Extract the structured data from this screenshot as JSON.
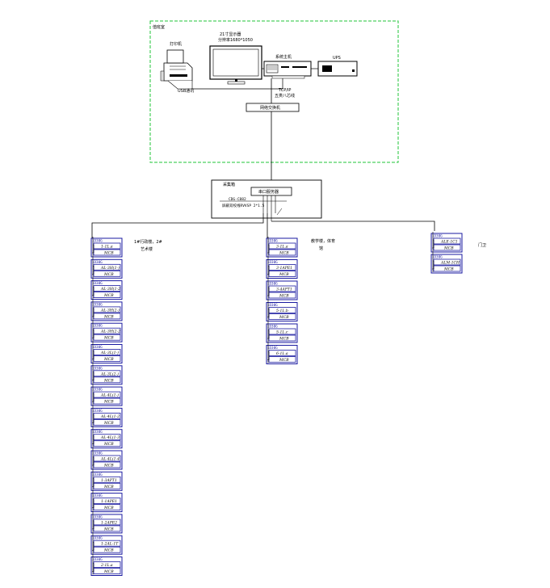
{
  "duty_room": {
    "label": "值班室",
    "printer_label": "打印机",
    "monitor_label": "21寸显示器",
    "monitor_res": "分辨率1680*1050",
    "host_label": "系统主机",
    "ups_label": "UPS",
    "usb_label": "USB通讯",
    "tcpip_label": "TCP/IP",
    "cable_label": "五类八芯线",
    "switch_label": "网络交换机",
    "border_color": "#22c43a"
  },
  "collector": {
    "label": "采集箱",
    "server_label": "串口服务器",
    "device_code": "CDG-C882",
    "bus_label": "屏蔽双绞线RVVSP 2*1.5"
  },
  "group_left": {
    "note": "1#行政楼，2#\n艺术楼",
    "meters": [
      {
        "tag": "1D30G",
        "name": "1-1L.a",
        "sub": "MCB"
      },
      {
        "tag": "1D30G",
        "name": "AL-3H(1-)",
        "sub": "MCB"
      },
      {
        "tag": "1D30G",
        "name": "AL-3H(1-2",
        "sub": "MCB"
      },
      {
        "tag": "1D30G",
        "name": "AL-3H(2-)",
        "sub": "MCB"
      },
      {
        "tag": "1D30G",
        "name": "AL-3H(2-2",
        "sub": "MCB"
      },
      {
        "tag": "1D30G",
        "name": "AL-3L(1-)",
        "sub": "MCB"
      },
      {
        "tag": "1D30G",
        "name": "AL-3L(2-)",
        "sub": "MCB"
      },
      {
        "tag": "1D30G",
        "name": "AL-4L(1-)",
        "sub": "MCB"
      },
      {
        "tag": "1D30G",
        "name": "AL-4L(1-2",
        "sub": "MCB"
      },
      {
        "tag": "1D30G",
        "name": "AL-4L(1-3",
        "sub": "MCB"
      },
      {
        "tag": "1D30G",
        "name": "AL-4L(1-4",
        "sub": "MCB"
      },
      {
        "tag": "1D30G",
        "name": "1-3APT1",
        "sub": "MCB"
      },
      {
        "tag": "1D30G",
        "name": "1-1APE1",
        "sub": "MCB"
      },
      {
        "tag": "1D30G",
        "name": "1-2APE2",
        "sub": "MCB"
      },
      {
        "tag": "1D30G",
        "name": "1-2AL-1T",
        "sub": "MCB"
      },
      {
        "tag": "1D30G",
        "name": "2-1L.a",
        "sub": "MCB"
      }
    ]
  },
  "group_mid": {
    "note": "教学楼，体育\n馆",
    "meters": [
      {
        "tag": "1D30G",
        "name": "3-1L.a",
        "sub": "MCB"
      },
      {
        "tag": "1D30G",
        "name": "3-1APE1",
        "sub": "MCB"
      },
      {
        "tag": "1D30G",
        "name": "3-4APT1",
        "sub": "MCB"
      },
      {
        "tag": "1D30G",
        "name": "5-1L.b",
        "sub": "MCB"
      },
      {
        "tag": "1D30G",
        "name": "5-1L.c",
        "sub": "MCB"
      },
      {
        "tag": "1D30G",
        "name": "6-1L.a",
        "sub": "MCB"
      }
    ]
  },
  "group_right": {
    "note": "门卫",
    "meters": [
      {
        "tag": "1D30G",
        "name": "ALE-1C1",
        "sub": "MCB"
      },
      {
        "tag": "1D30G",
        "name": "ALM-1CH",
        "sub": "MCB"
      }
    ]
  },
  "colors": {
    "meter_border": "#1a1aa0",
    "line": "#000000"
  }
}
